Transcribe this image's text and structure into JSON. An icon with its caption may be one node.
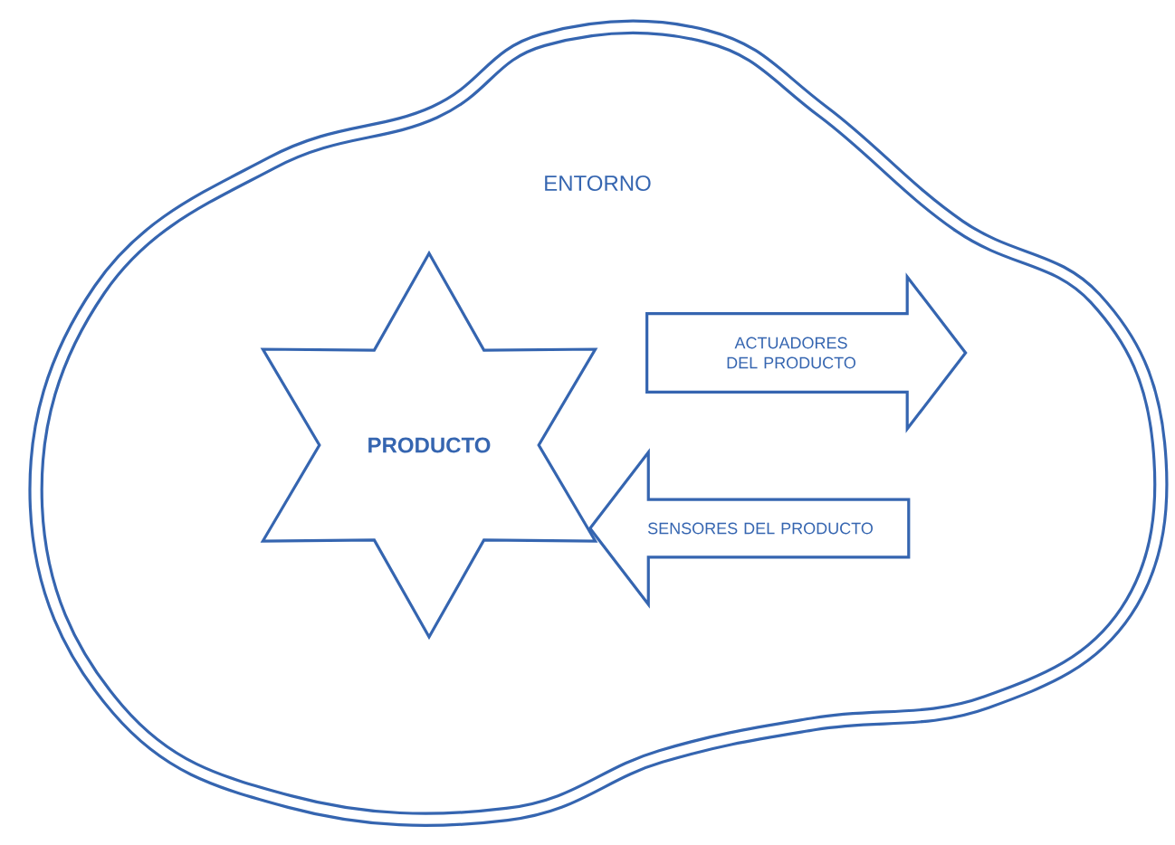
{
  "diagram": {
    "nodes": [
      {
        "text": [
          "ENTORNO"
        ]
      },
      {
        "text": [
          "PRODUCTO"
        ],
        "in": 0
      },
      {
        "text": [
          "ACTUADORES DEL PRODUCTO"
        ],
        "in": 0
      },
      {
        "text": [
          "SENSORES DEL PRODUCTO"
        ],
        "in": 0
      }
    ]
  }
}
